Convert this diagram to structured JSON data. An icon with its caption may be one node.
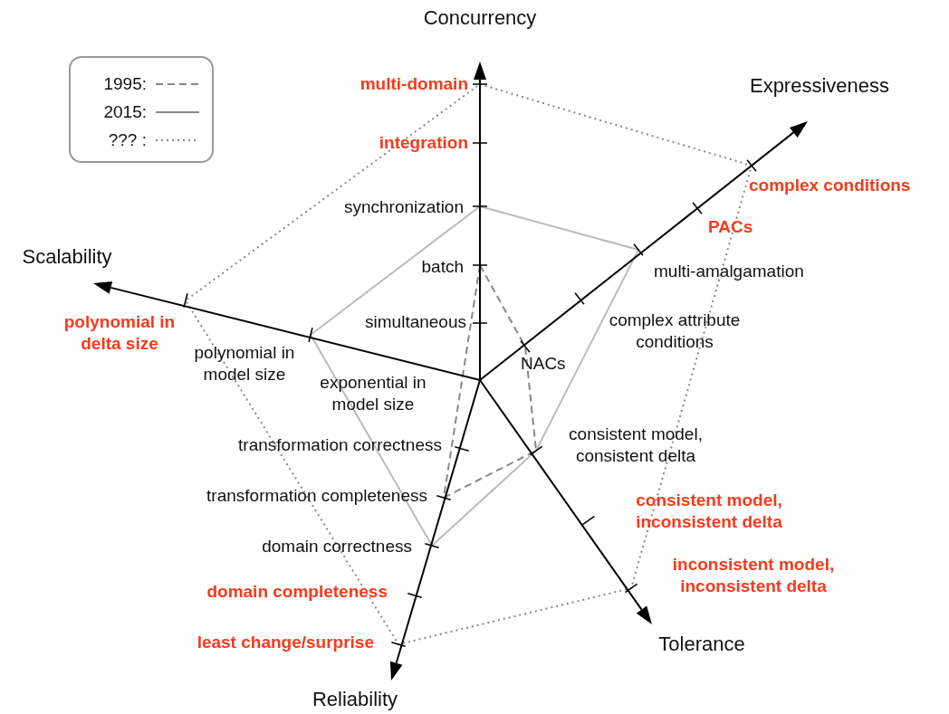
{
  "diagram": {
    "labels": [
      "Concurrency",
      "multi-domain",
      "Expressiveness",
      "integration",
      "complex conditions",
      "synchronization",
      "PACs",
      "Scalability",
      "batch",
      "multi-amalgamation",
      "polynomial in delta size",
      "simultaneous",
      "complex attribute conditions",
      "polynomial in model size",
      "NACs",
      "exponential in model size",
      "transformation correctness",
      "consistent model, consistent delta",
      "transformation completeness",
      "consistent model, inconsistent delta",
      "domain correctness",
      "inconsistent model, inconsistent delta",
      "domain completeness",
      "least change/surprise",
      "Tolerance",
      "Reliability"
    ],
    "legend": [
      {
        "text": "1995:"
      },
      {
        "text": "2015:"
      },
      {
        "text": "??? :"
      }
    ]
  }
}
